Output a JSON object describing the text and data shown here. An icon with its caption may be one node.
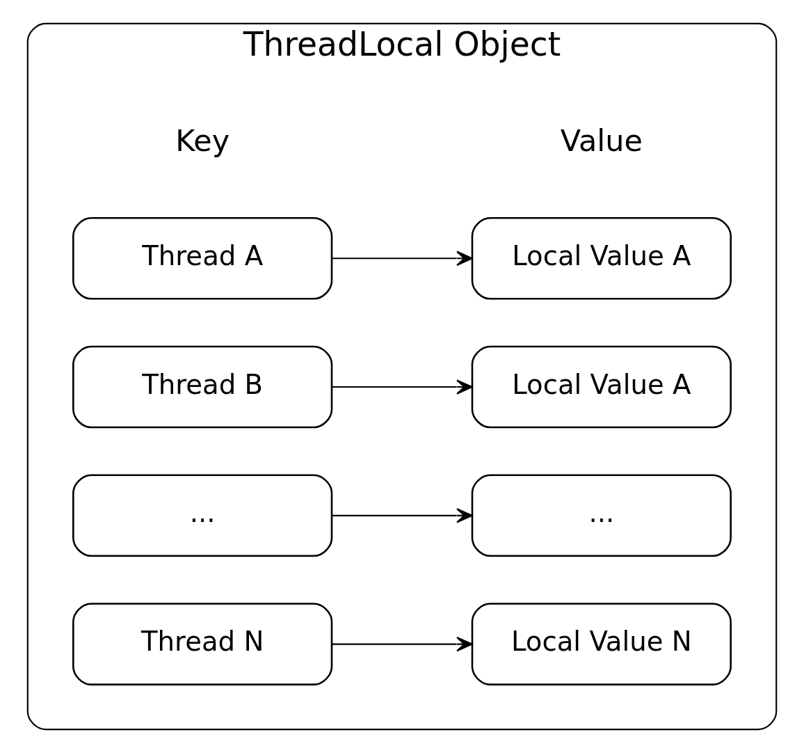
{
  "diagram": {
    "nodes": [
      {
        "text": [
          "ThreadLocal Object"
        ]
      },
      {
        "text": [
          "Thread A"
        ],
        "in": 0
      },
      {
        "text": [
          "Local Value A"
        ],
        "in": 0
      },
      {
        "text": [
          "Thread B"
        ],
        "in": 0
      },
      {
        "text": [
          "Local Value A"
        ],
        "in": 0
      },
      {
        "text": [
          "..."
        ],
        "in": 0
      },
      {
        "text": [
          "..."
        ],
        "in": 0
      },
      {
        "text": [
          "Thread N"
        ],
        "in": 0
      },
      {
        "text": [
          "Local Value N"
        ],
        "in": 0
      }
    ],
    "edges": [
      {
        "from": 1,
        "to": 2,
        "arrow": "to"
      },
      {
        "from": 3,
        "to": 4,
        "arrow": "to"
      },
      {
        "from": 5,
        "to": 6,
        "arrow": "to"
      },
      {
        "from": 7,
        "to": 8,
        "arrow": "to"
      }
    ],
    "labels": [
      "Key",
      "Value"
    ]
  }
}
